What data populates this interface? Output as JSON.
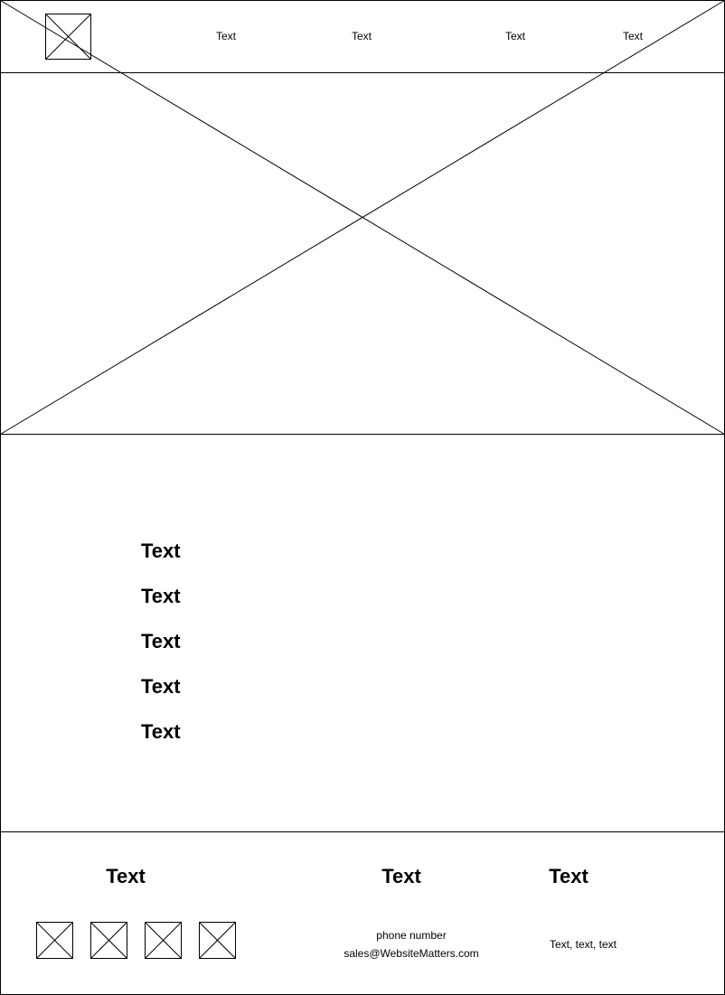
{
  "header": {
    "logo_icon": "image-placeholder-icon",
    "nav": [
      "Text",
      "Text",
      "Text",
      "Text"
    ]
  },
  "hero": {
    "image_icon": "image-placeholder-icon"
  },
  "main": {
    "items": [
      "Text",
      "Text",
      "Text",
      "Text",
      "Text"
    ]
  },
  "footer": {
    "social_heading": "Text",
    "social_icons": [
      "image-placeholder-icon",
      "image-placeholder-icon",
      "image-placeholder-icon",
      "image-placeholder-icon"
    ],
    "contact_heading": "Text",
    "phone": "phone number",
    "email": "sales@WebsiteMatters.com",
    "third_heading": "Text",
    "third_text": "Text, text, text"
  }
}
